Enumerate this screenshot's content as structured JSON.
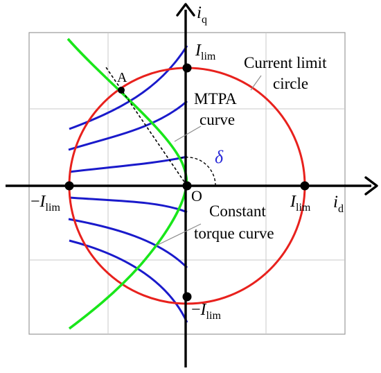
{
  "axes": {
    "q_symbol": "i",
    "q_subscript": "q",
    "d_symbol": "i",
    "d_subscript": "d",
    "origin_label": "O"
  },
  "limits": {
    "symbol": "I",
    "subscript": "lim",
    "neg_sign": "−"
  },
  "annotations": {
    "current_limit_line1": "Current limit",
    "current_limit_line2": "circle",
    "mtpa_line1": "MTPA",
    "mtpa_line2": "curve",
    "torque_line1": "Constant",
    "torque_line2": "torque curve",
    "angle_symbol": "δ",
    "point_a": "A"
  },
  "colors": {
    "circle": "#e8211d",
    "mtpa": "#19e61a",
    "torque": "#1a1acb",
    "grid": "#c8c8c8",
    "axis": "#000000",
    "delta": "#2a2ad8"
  }
}
